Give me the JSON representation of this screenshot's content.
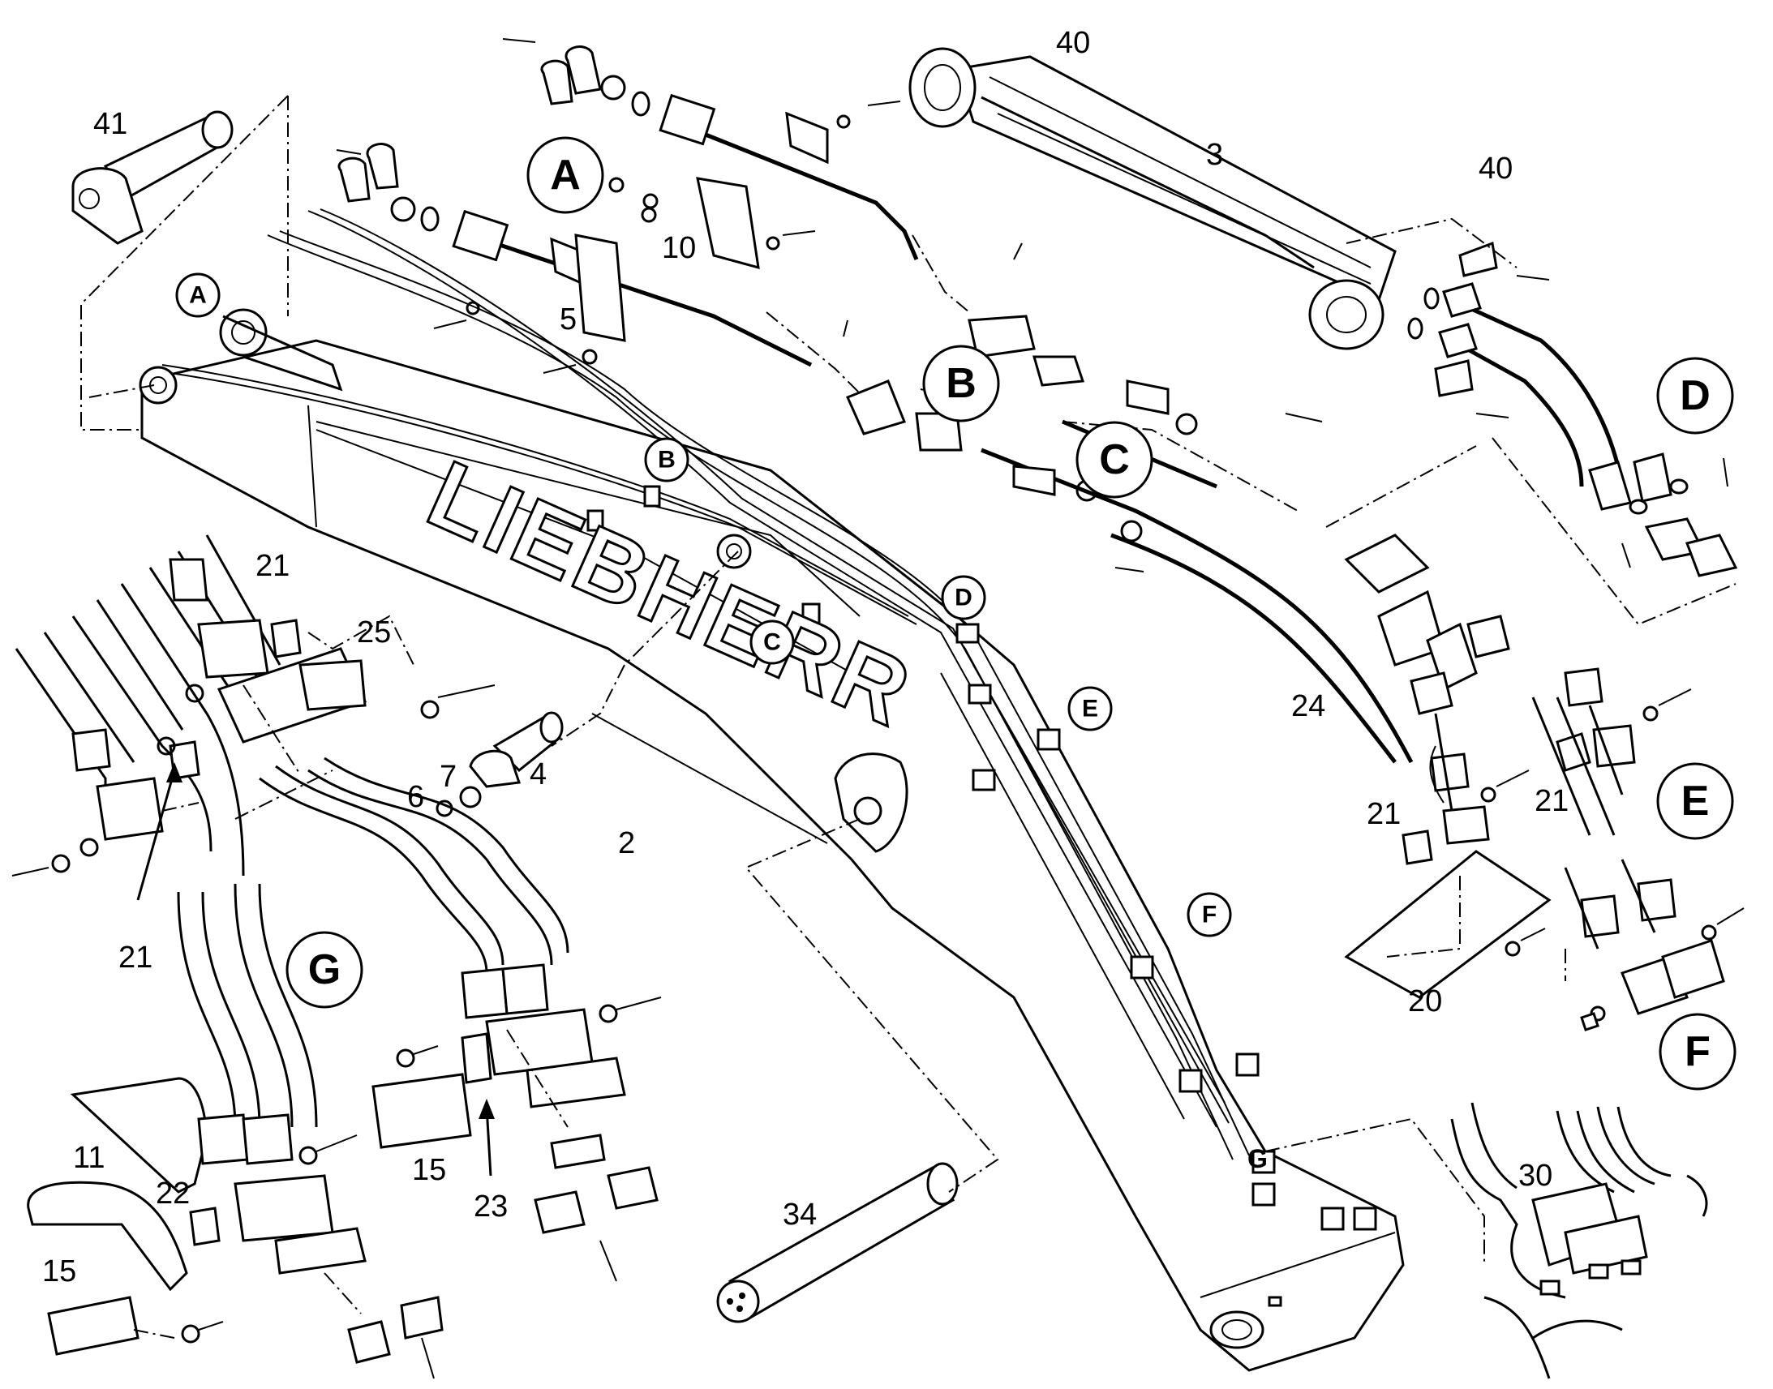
{
  "brand": "LIEBHERR",
  "part_numbers": [
    "41",
    "40",
    "3",
    "40",
    "10",
    "5",
    "25",
    "21",
    "7",
    "6",
    "4",
    "2",
    "21",
    "G",
    "24",
    "21",
    "21",
    "20",
    "11",
    "22",
    "15",
    "15",
    "23",
    "34",
    "30"
  ],
  "callouts_large": [
    "A",
    "B",
    "C",
    "D",
    "E",
    "F",
    "G"
  ],
  "callouts_small": [
    "A",
    "B",
    "C",
    "D",
    "E",
    "F",
    "G"
  ]
}
